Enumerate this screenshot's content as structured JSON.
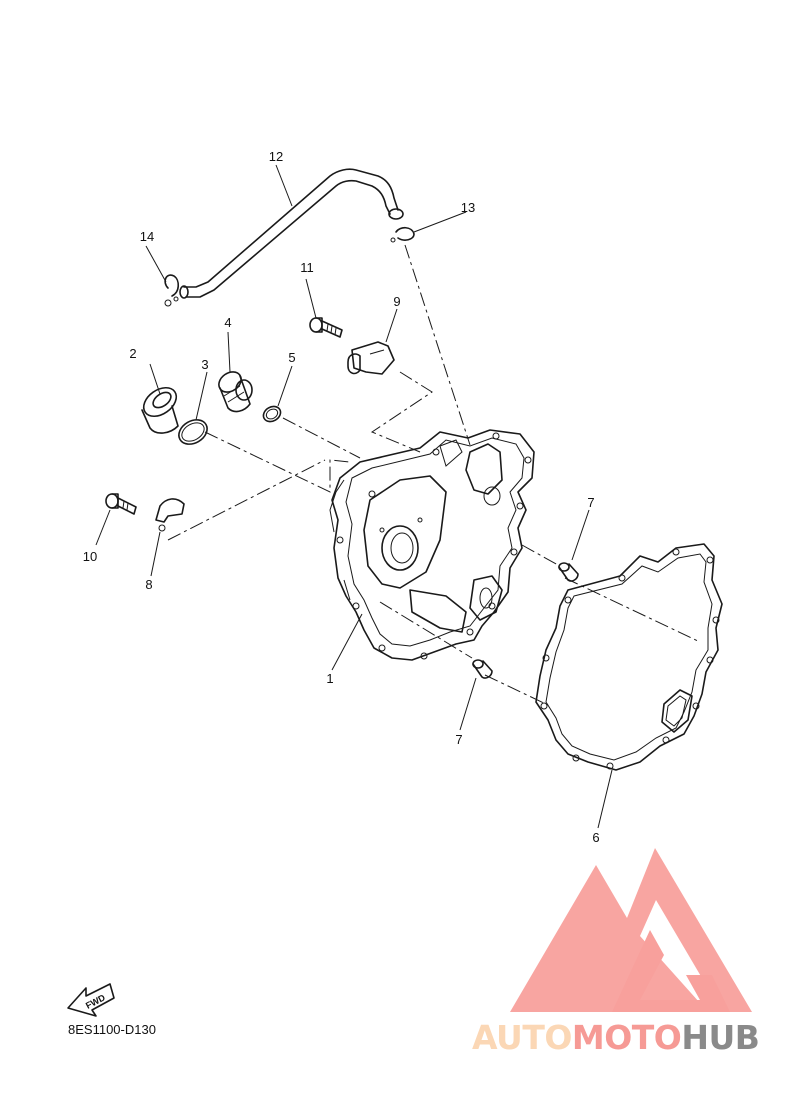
{
  "diagram": {
    "callouts": [
      {
        "id": "callout-1",
        "text": "1"
      },
      {
        "id": "callout-2",
        "text": "2"
      },
      {
        "id": "callout-3",
        "text": "3"
      },
      {
        "id": "callout-4",
        "text": "4"
      },
      {
        "id": "callout-5",
        "text": "5"
      },
      {
        "id": "callout-6",
        "text": "6"
      },
      {
        "id": "callout-7a",
        "text": "7"
      },
      {
        "id": "callout-7b",
        "text": "7"
      },
      {
        "id": "callout-8",
        "text": "8"
      },
      {
        "id": "callout-9",
        "text": "9"
      },
      {
        "id": "callout-10",
        "text": "10"
      },
      {
        "id": "callout-11",
        "text": "11"
      },
      {
        "id": "callout-12",
        "text": "12"
      },
      {
        "id": "callout-13",
        "text": "13"
      },
      {
        "id": "callout-14",
        "text": "14"
      }
    ],
    "fwd_label": "FWD",
    "code": "8ES1100-D130"
  },
  "watermark": {
    "part1": "AUTO",
    "part2": "MOTO",
    "part3": "HUB",
    "colors": {
      "auto": "#fbd7b5",
      "moto": "#f69a95",
      "hub": "#8a8a8a",
      "logo": "#f8a09c"
    }
  }
}
